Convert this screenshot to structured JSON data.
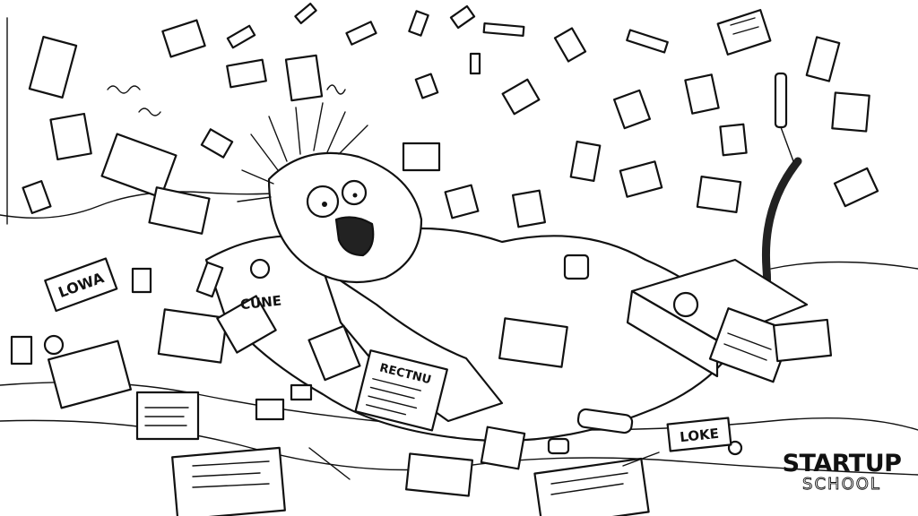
{
  "illustration": {
    "doodle_labels": {
      "sticky_note_left": "LOWA",
      "scribble_text": "CUNE",
      "newspaper_headline": "RECTNU",
      "sticky_note_right": "LOKE"
    }
  },
  "brand": {
    "logo_top": "STARTUP",
    "logo_bottom": "SCHOOL"
  }
}
